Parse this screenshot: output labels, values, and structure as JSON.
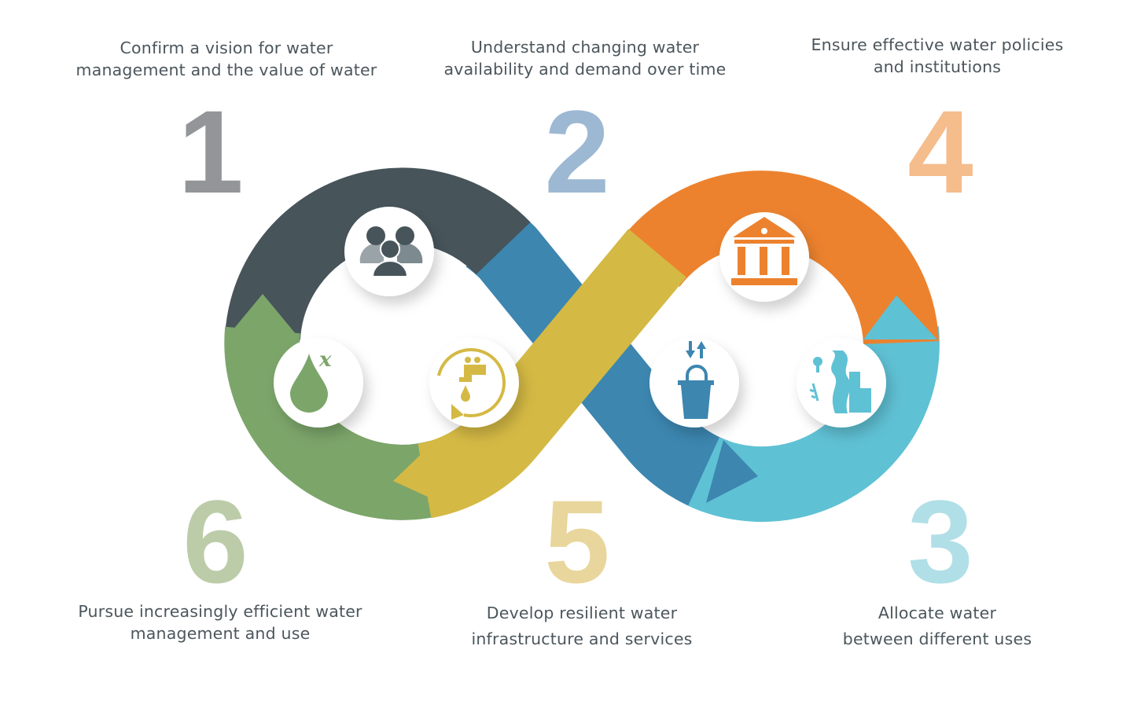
{
  "colors": {
    "step1": "#47545a",
    "step2": "#3c86b0",
    "step3": "#5fc1d4",
    "step4": "#ec822e",
    "step5": "#d4b944",
    "step6": "#7ca56a",
    "text": "#4b565c"
  },
  "steps": [
    {
      "number": "1",
      "line1": "Confirm a vision for water",
      "line2": "management and the value of water",
      "number_color": "#939598",
      "icon": "people-group-icon"
    },
    {
      "number": "2",
      "line1": "Understand changing water",
      "line2": "availability and demand over time",
      "number_color": "#9db8d2",
      "icon": "bucket-tap-icon"
    },
    {
      "number": "3",
      "line1": "Allocate water",
      "line2": "between different uses",
      "number_color": "#b1dfe7",
      "icon": "river-city-icon"
    },
    {
      "number": "4",
      "line1": "Ensure effective water policies",
      "line2": "and institutions",
      "number_color": "#f5bc8c",
      "icon": "institution-building-icon"
    },
    {
      "number": "5",
      "line1": "Develop resilient water",
      "line2": "infrastructure and services",
      "number_color": "#e9d69c",
      "icon": "tap-cycle-icon"
    },
    {
      "number": "6",
      "line1": "Pursue increasingly efficient water",
      "line2": "management and use",
      "number_color": "#bccca9",
      "icon": "water-drop-efficiency-icon"
    }
  ],
  "efficiency_symbol": "x"
}
